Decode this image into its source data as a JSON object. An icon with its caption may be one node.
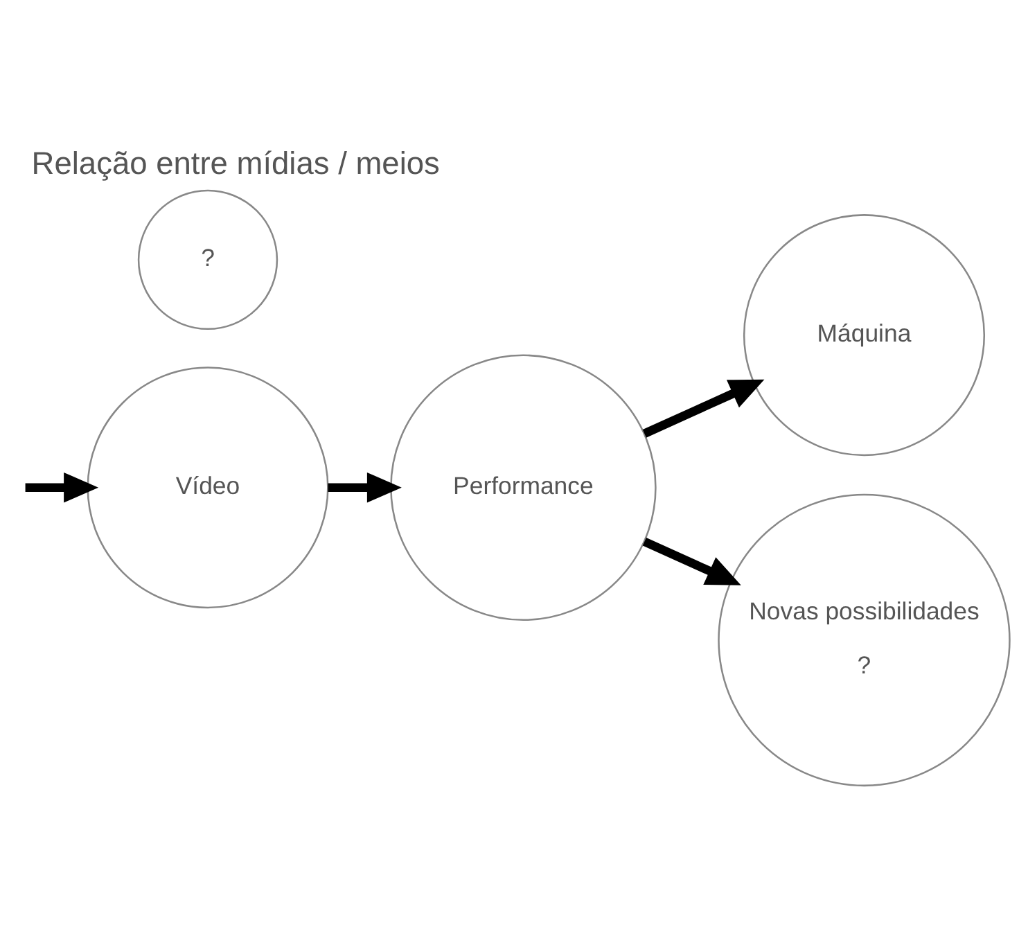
{
  "diagram": {
    "title": "Relação entre mídias / meios",
    "nodes": [
      {
        "text": [
          "Vídeo"
        ]
      },
      {
        "text": [
          "?"
        ]
      },
      {
        "text": [
          "Máquina"
        ]
      },
      {
        "text": [
          "Performance"
        ]
      },
      {
        "text": [
          "Novas possibilidades",
          "?"
        ]
      }
    ],
    "edges": [
      {
        "from": null,
        "to": 0,
        "arrow": "to"
      },
      {
        "from": 0,
        "to": 3,
        "arrow": "to"
      },
      {
        "from": 3,
        "to": 2,
        "arrow": "to"
      },
      {
        "from": 3,
        "to": 4,
        "arrow": "to"
      }
    ]
  }
}
